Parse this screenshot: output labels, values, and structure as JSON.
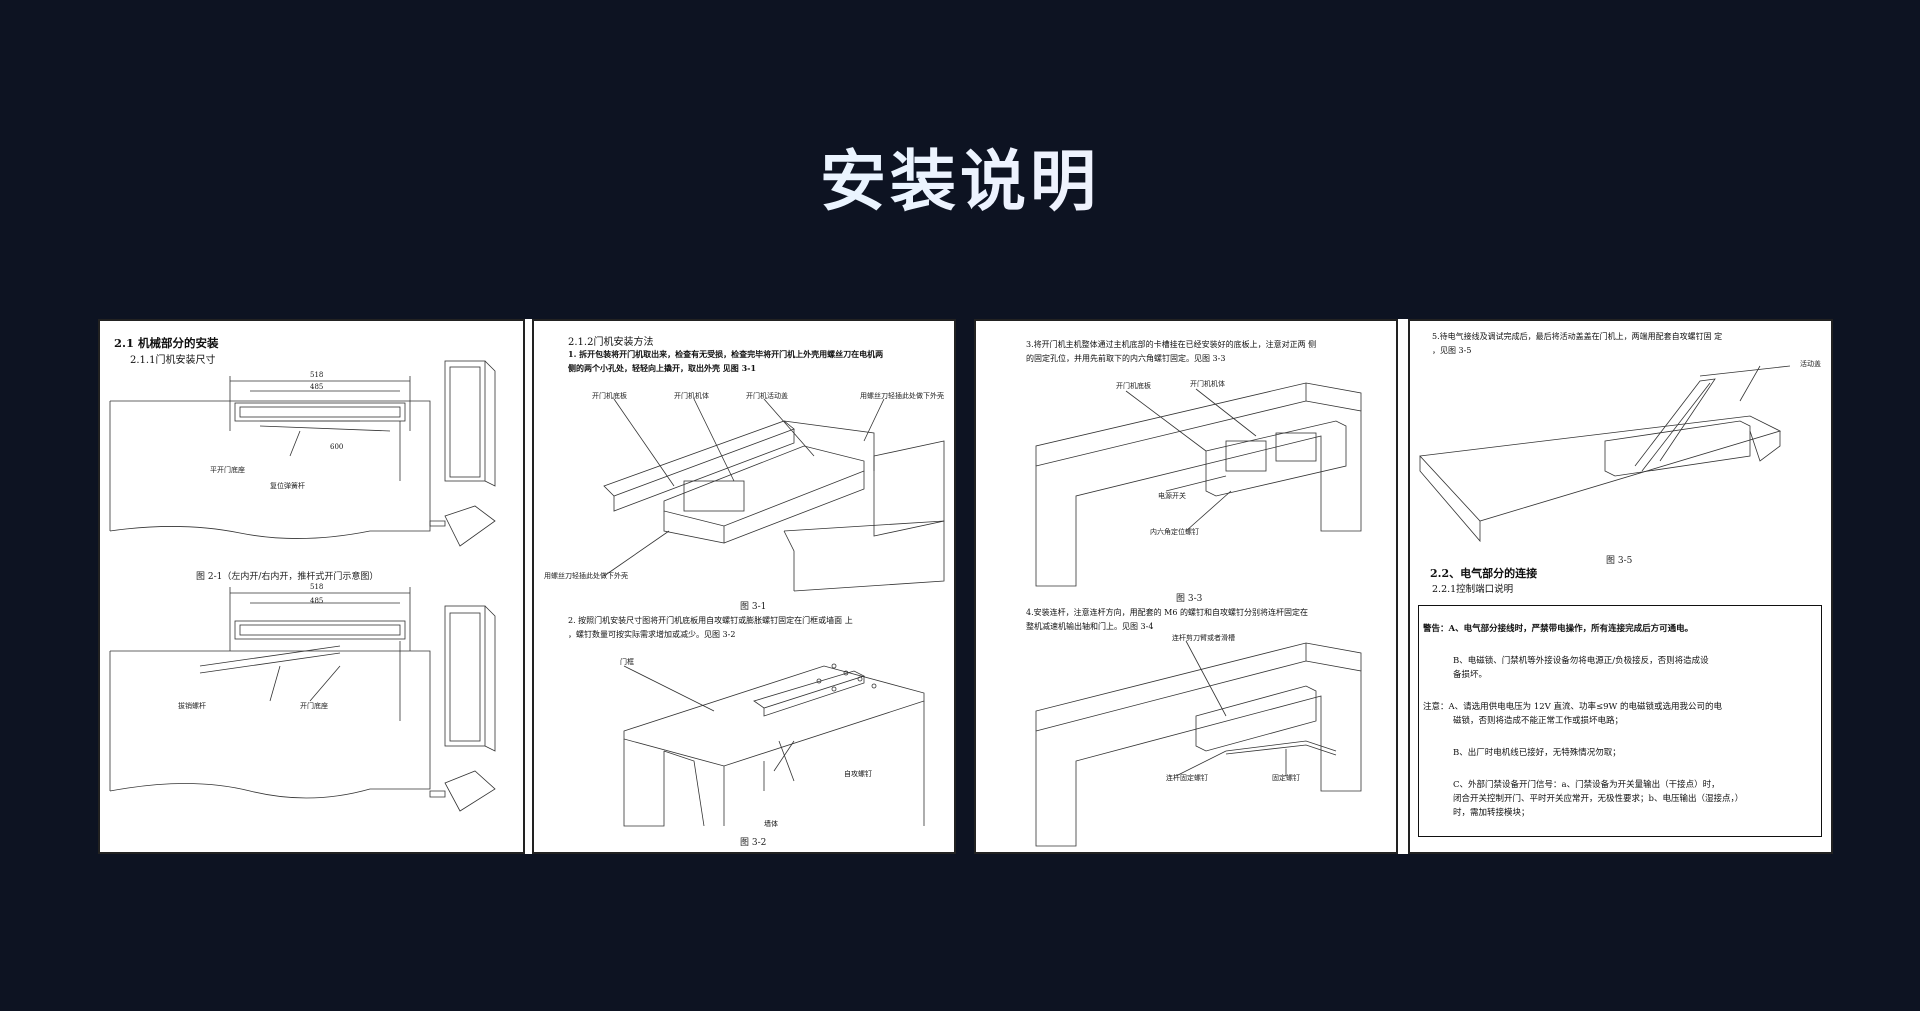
{
  "page_title": "安装说明",
  "panel1": {
    "left": {
      "heading": "2.1 机械部分的安装",
      "subheading": "2.1.1门机安装尺寸",
      "label_a": "平开门底座",
      "label_b": "复位弹簧杆",
      "caption": "图    2-1（左内开/右内开，推杆式开门示意图）",
      "label_c": "拔销螺杆",
      "label_d": "开门底座",
      "dim_top": "518",
      "dim_mid": "485",
      "dim_600": "600"
    },
    "right": {
      "heading": "2.1.2门机安装方法",
      "step1_line1": "1. 拆开包装将开门机取出来，检查有无受损，检查完毕将开门机上外壳用螺丝刀在电机两",
      "step1_line2": "侧的两个小孔处，轻轻向上撬开，取出外壳          见图  3-1",
      "lbl_base": "开门机底板",
      "lbl_body": "开门机机体",
      "lbl_cover": "开门机活动盖",
      "lbl_screw": "用螺丝刀轻插此处做下外壳",
      "lbl_screw2": "用螺丝刀轻插此处做下外壳",
      "cap1": "图 3-1",
      "step2_line1": "2. 按照门机安装尺寸图将开门机底板用自攻螺钉或膨胀螺钉固定在门框或墙面   上",
      "step2_line2": "，螺钉数量可按实际需求增加或减少。见图    3-2",
      "lbl_frame": "门框",
      "lbl_self": "自攻螺钉",
      "lbl_wall": "墙体",
      "cap2": "图 3-2"
    }
  },
  "panel2": {
    "left": {
      "step3_line1": "3.将开门机主机整体通过主机底部的卡槽挂在已经安装好的底板上，注意对正两  侧",
      "step3_line2": "的固定孔位，并用先前取下的内六角螺钉固定。见图    3-3",
      "lbl_base": "开门机底板",
      "lbl_body": "开门机机体",
      "lbl_switch": "电源开关",
      "lbl_hex": "内六角定位螺钉",
      "cap3": "图 3-3",
      "step4_line1": "4.安装连杆，注意连杆方向，用配套的   M6   的螺钉和自攻螺钉分别将连杆固定在",
      "step4_line2": "整机减速机输出轴和门上。见图 3-4",
      "lbl_link": "连杆剪刀臂或者滑槽",
      "lbl_link_screw": "连杆固定螺钉",
      "lbl_fix_screw": "固定螺钉"
    },
    "right": {
      "step5_line1": "5.待电气接线及调试完成后，最后将活动盖盖在门机上，两端用配套自攻螺钉固  定",
      "step5_line2": "，见图 3-5",
      "lbl_cover": "活动盖",
      "cap5": "图 3-5",
      "heading": "2.2、电气部分的连接",
      "subheading": "2.2.1控制端口说明",
      "warn_a_1": "警告：A、电气部分接线时，严禁带电操作，所有连接完成后方可通电。",
      "warn_b_1": "B、电磁锁、门禁机等外接设备勿将电源正/负极接反，否则将造成设",
      "warn_b_2": "备损坏。",
      "note_a_1": "注意：A、请选用供电电压为 12V 直流、功率≤9W 的电磁锁或选用我公司的电",
      "note_a_2": "磁锁，否则将造成不能正常工作或损坏电路；",
      "note_b_1": "B、出厂时电机线已接好，无特殊情况勿取；",
      "note_c_1": "C、外部门禁设备开门信号：a、门禁设备为开关量输出（干接点）时，",
      "note_c_2": "闭合开关控制开门、平时开关应常开，无极性要求；b、电压输出（湿接点，）",
      "note_c_3": "时，需加转接模块；"
    }
  }
}
